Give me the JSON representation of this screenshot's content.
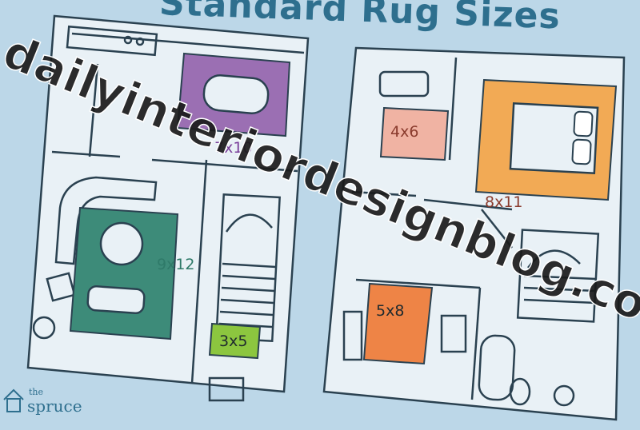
{
  "title": "Standard Rug Sizes",
  "watermark": "dailyinteriordesignblog.com",
  "brand": {
    "the": "the",
    "spruce": "spruce"
  },
  "colors": {
    "background": "#bcd7e8",
    "line": "#2a4150",
    "plan_fill": "#e9f1f6",
    "rug_7x10": "#9b6fb3",
    "rug_9x12": "#3d8b79",
    "rug_3x5": "#8cc63f",
    "rug_4x6": "#f0b3a3",
    "rug_8x11": "#f2aa55",
    "rug_5x8": "#ee8446",
    "title": "#2e6f8e"
  },
  "rugs": {
    "r7x10": {
      "label": "7x10",
      "color": "#7a3f9a"
    },
    "r9x12": {
      "label": "9x12",
      "color": "#2f7a69"
    },
    "r3x5": {
      "label": "3x5",
      "color": "#1f2a2e"
    },
    "r4x6": {
      "label": "4x6",
      "color": "#8a3b2d"
    },
    "r8x11": {
      "label": "8x11",
      "color": "#8a3b2d"
    },
    "r5x8": {
      "label": "5x8",
      "color": "#1f2a2e"
    }
  }
}
